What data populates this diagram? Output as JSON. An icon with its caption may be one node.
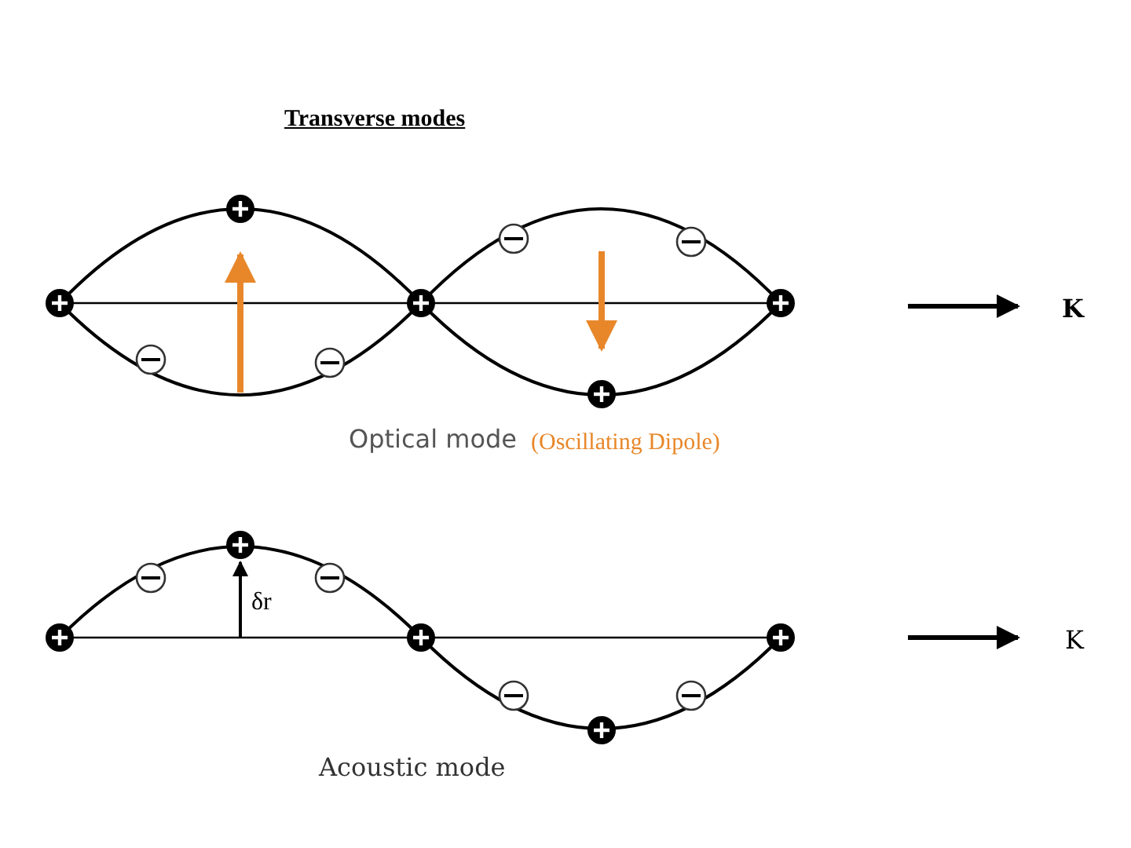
{
  "diagram": {
    "title": "Transverse modes",
    "labels": [
      "K",
      "Optical mode",
      "(Oscillating Dipole)",
      "δr",
      "K",
      "Acoustic mode"
    ]
  }
}
